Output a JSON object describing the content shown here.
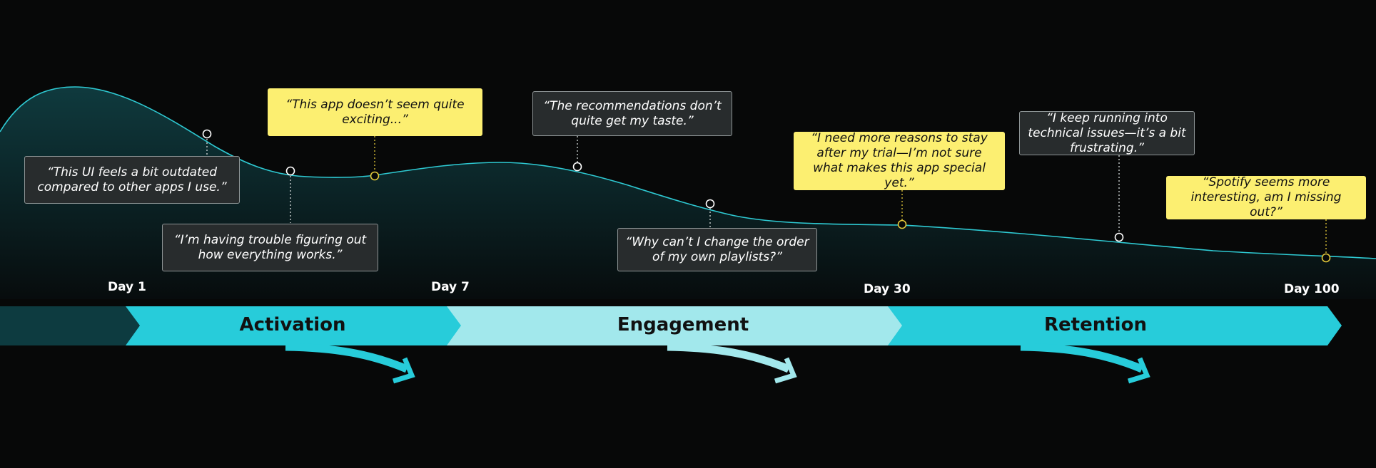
{
  "colors": {
    "background": "#070808",
    "curve": "#2ec9d2",
    "area_fill_top": "#0f3a3e",
    "positive_stage": "#27ccda",
    "middle_stage": "#a2e8ec",
    "first_segment": "#0d3b40",
    "gray_box": "#282c2d",
    "yellow_box": "#fcef71",
    "yellow_dot": "#e4c93a"
  },
  "timeline": {
    "days": [
      "Day 1",
      "Day 7",
      "Day 30",
      "Day 100"
    ],
    "stages": [
      "Activation",
      "Engagement",
      "Retention"
    ]
  },
  "quotes": [
    {
      "id": "outdated",
      "text": "“This UI feels a bit outdated compared to other apps I use.”",
      "style": "gray"
    },
    {
      "id": "trouble",
      "text": "“I’m having trouble figuring out how everything works.”",
      "style": "gray"
    },
    {
      "id": "exciting",
      "text": "“This app doesn’t seem quite exciting...”",
      "style": "yellow"
    },
    {
      "id": "taste",
      "text": "“The recommendations don’t quite get my taste.”",
      "style": "gray"
    },
    {
      "id": "order",
      "text": "“Why can’t I change the order of my own playlists?”",
      "style": "gray"
    },
    {
      "id": "trial",
      "text": "“I need more reasons to stay after my trial—I’m not sure what makes this app special yet.”",
      "style": "yellow"
    },
    {
      "id": "technical",
      "text": "“I keep running into technical issues—it’s a bit frustrating.”",
      "style": "gray"
    },
    {
      "id": "spotify",
      "text": "“Spotify seems more interesting, am I missing out?”",
      "style": "yellow"
    }
  ]
}
